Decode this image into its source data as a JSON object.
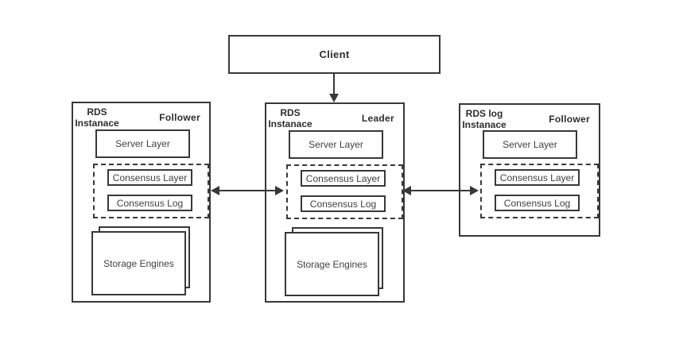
{
  "colors": {
    "line": "#383838",
    "title_text": "#2d2d2d",
    "label_text": "#404040",
    "background": "#ffffff"
  },
  "client": {
    "label": "Client"
  },
  "instances": [
    {
      "title_line1": "RDS",
      "title_line2": "Instanace",
      "role": "Follower",
      "server_layer": "Server Layer",
      "consensus_layer": "Consensus Layer",
      "consensus_log": "Consensus Log",
      "storage_engines": "Storage Engines"
    },
    {
      "title_line1": "RDS",
      "title_line2": "Instanace",
      "role": "Leader",
      "server_layer": "Server Layer",
      "consensus_layer": "Consensus Layer",
      "consensus_log": "Consensus Log",
      "storage_engines": "Storage Engines"
    },
    {
      "title_line1": "RDS log",
      "title_line2": "Instanace",
      "role": "Follower",
      "server_layer": "Server Layer",
      "consensus_layer": "Consensus Layer",
      "consensus_log": "Consensus Log"
    }
  ]
}
